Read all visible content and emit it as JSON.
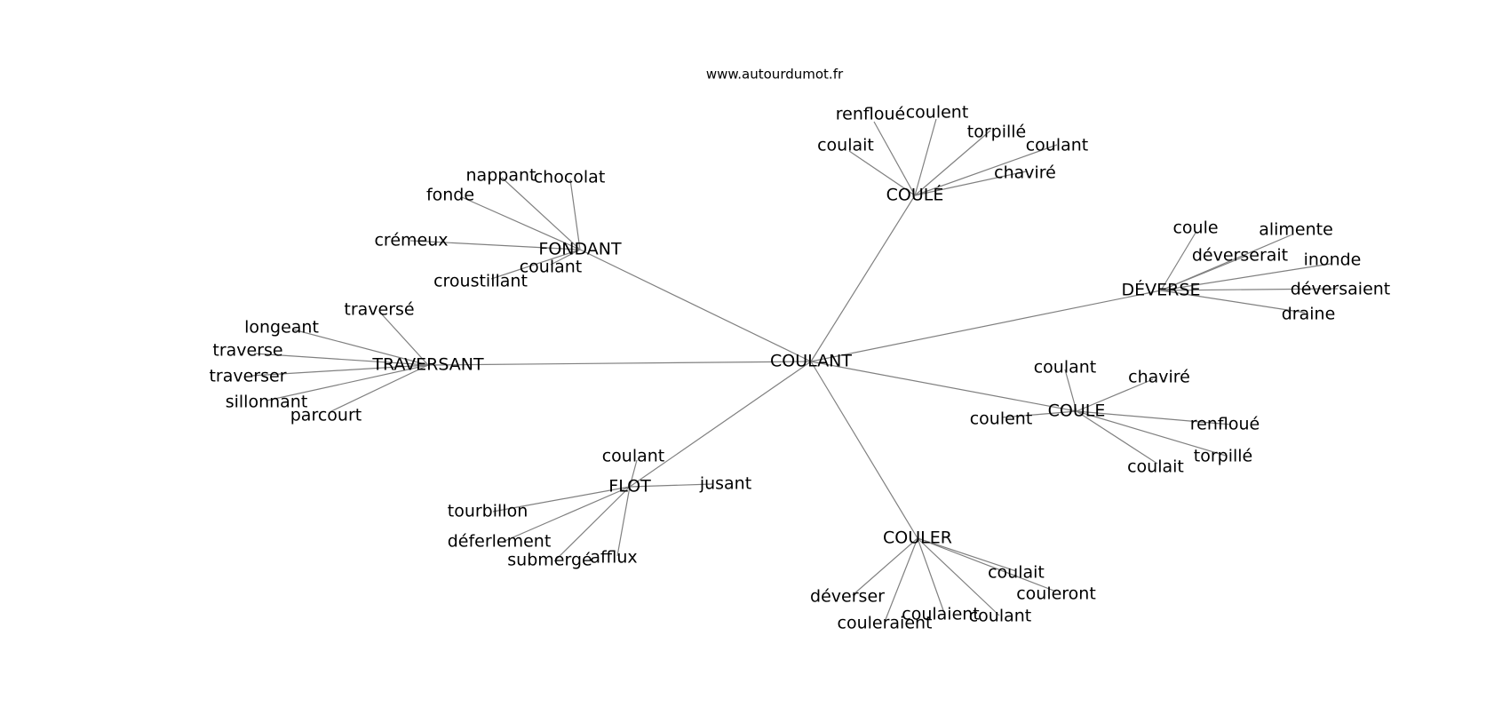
{
  "source_url": "www.autourdumot.fr",
  "edge_color": "#808080",
  "center": "COULANT",
  "hubs": [
    {
      "id": "coule_acute",
      "label": "COULÉ",
      "leaves": [
        "renfloué",
        "coulent",
        "coulait",
        "torpillé",
        "coulant",
        "chaviré"
      ]
    },
    {
      "id": "fondant",
      "label": "FONDANT",
      "leaves": [
        "nappant",
        "chocolat",
        "fonde",
        "crémeux",
        "coulant",
        "croustillant"
      ]
    },
    {
      "id": "deverse",
      "label": "DÉVERSE",
      "leaves": [
        "coule",
        "alimente",
        "déverserait",
        "inonde",
        "déversaient",
        "draine"
      ]
    },
    {
      "id": "traversant",
      "label": "TRAVERSANT",
      "leaves": [
        "traversé",
        "longeant",
        "traverse",
        "traverser",
        "sillonnant",
        "parcourt"
      ]
    },
    {
      "id": "coule",
      "label": "COULE",
      "leaves": [
        "coulant",
        "chaviré",
        "coulent",
        "renfloué",
        "torpillé",
        "coulait"
      ]
    },
    {
      "id": "flot",
      "label": "FLOT",
      "leaves": [
        "coulant",
        "jusant",
        "tourbillon",
        "déferlement",
        "submergé",
        "afflux"
      ]
    },
    {
      "id": "couler",
      "label": "COULER",
      "leaves": [
        "coulait",
        "couleront",
        "déverser",
        "coulaient",
        "coulant",
        "couleraient"
      ]
    }
  ]
}
